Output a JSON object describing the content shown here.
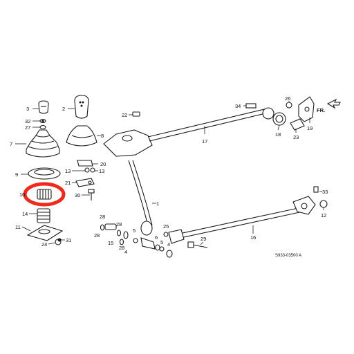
{
  "diagram_code": "S933-03500  A",
  "direction_label": "FR.",
  "colors": {
    "highlight": "#ee2a1b",
    "line": "#1a1a1a"
  },
  "highlight_target": "10",
  "labels": {
    "l1": "1",
    "l2": "2",
    "l3": "3",
    "l4a": "4",
    "l4b": "4",
    "l5a": "5",
    "l5b": "5",
    "l6": "6",
    "l7": "7",
    "l8": "8",
    "l9": "9",
    "l10": "10",
    "l11": "11",
    "l12": "12",
    "l13a": "13",
    "l13b": "13",
    "l14": "14",
    "l15": "15",
    "l16": "16",
    "l17": "17",
    "l18": "18",
    "l19": "19",
    "l20": "20",
    "l21": "21",
    "l22": "22",
    "l23": "23",
    "l24": "24",
    "l25": "25",
    "l26": "26",
    "l27": "27",
    "l28a": "28",
    "l28b": "28",
    "l28c": "28",
    "l28d": "28",
    "l29": "29",
    "l30": "30",
    "l31": "31",
    "l32": "32",
    "l33": "33",
    "l34": "34"
  }
}
